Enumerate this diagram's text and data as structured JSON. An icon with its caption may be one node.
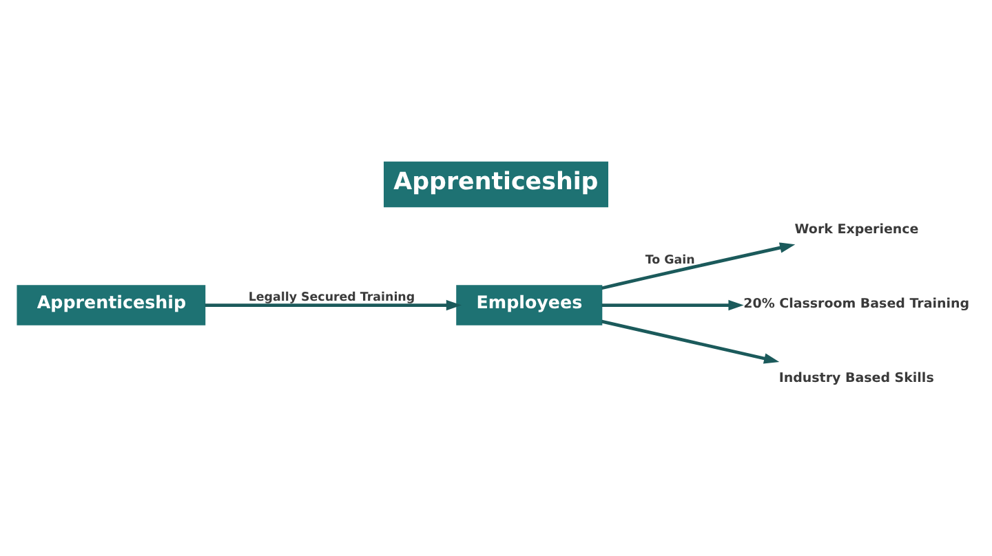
{
  "diagram": {
    "title": "Apprenticeship",
    "nodes": [
      {
        "text": [
          "Apprenticeship"
        ]
      },
      {
        "text": [
          "Employees"
        ]
      },
      {
        "text": [
          "Work Experience"
        ]
      },
      {
        "text": [
          "20% Classroom Based Training"
        ]
      },
      {
        "text": [
          "Industry Based Skills"
        ]
      }
    ],
    "edges": [
      {
        "from": 0,
        "to": 1,
        "arrow": "to",
        "label": "Legally Secured Training"
      },
      {
        "from": 1,
        "to": 2,
        "arrow": "to",
        "label": "To Gain"
      },
      {
        "from": 1,
        "to": 3,
        "arrow": "to"
      },
      {
        "from": 1,
        "to": 4,
        "arrow": "to"
      }
    ]
  }
}
